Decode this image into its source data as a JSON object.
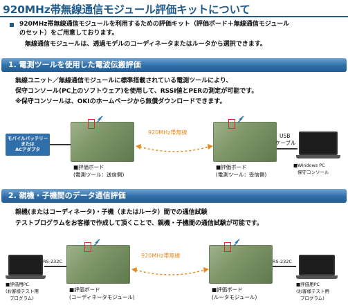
{
  "title": "920MHz帯無線通信モジュール評価キットについて",
  "intro": {
    "line1": "920MHz帯無線通信モジュールを利用するための評価キット（評価ボード＋無線通信モジュール",
    "line2": "のセット）をご用意しております。",
    "line3": "無線通信モジュールは、透過モデルのコーディネータまたはルータから選択できます。"
  },
  "section1": {
    "heading": "1. 電測ツールを使用した電波伝搬評価",
    "line1": "無線ユニット／無線通信モジュールに標準搭載されている電測ツールにより、",
    "line2": "保守コンソール(PC上のソフトウェア)を使用して、RSSI値とPERの測定が可能です。",
    "line3": "※保守コンソールは、OKIのホームページから無償ダウンロードできます。",
    "power_label_l1": "モバイルバッテリー",
    "power_label_l2": "または",
    "power_label_l3": "ACアダプタ",
    "wireless_label": "920MHz帯無線",
    "board_left_l1": "■評価ボード",
    "board_left_l2": "(電測ツール：送信側)",
    "board_right_l1": "■評価ボード",
    "board_right_l2": "(電測ツール：受信側)",
    "cable_l1": "USB",
    "cable_l2": "ケーブル",
    "pc_l1": "■Windows PC",
    "pc_l2": "保守コンソール"
  },
  "section2": {
    "heading": "2. 親機・子機間のデータ通信評価",
    "line1": "親機(またはコーディネータ)・子機（またはルータ）間での通信試験",
    "line2": "テストプログラムをお客様で作成して頂くことで、親機・子機間の通信試験が可能です。",
    "wireless_label": "920MHz帯無線",
    "rs_left": "RS-232C",
    "rs_right": "RS-232C",
    "pc_left_l1": "■評価用PC",
    "pc_left_l2": "(お客様テスト用",
    "pc_left_l3": "プログラム)",
    "board_left_l1": "■評価ボード",
    "board_left_l2": "(コーディネータモジュール)",
    "board_right_l1": "■評価ボード",
    "board_right_l2": "(ルータモジュール)",
    "pc_right_l1": "■評価用PC",
    "pc_right_l2": "(お客様テスト用",
    "pc_right_l3": "プログラム)"
  }
}
